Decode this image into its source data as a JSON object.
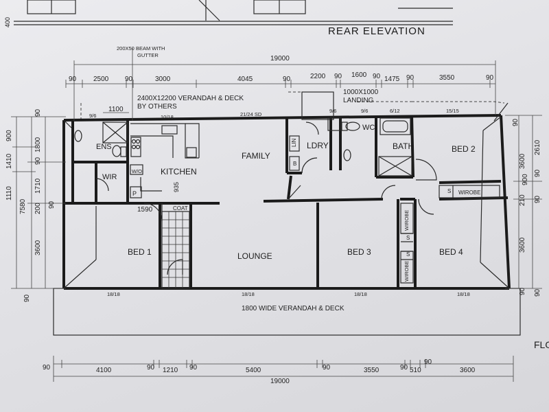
{
  "sheet": {
    "elevation_title": "REAR ELEVATION",
    "top_left_dim": "400",
    "partial_label": "FLO"
  },
  "notes": {
    "beam": "200X50 BEAM WITH",
    "beam_2": "GUTTER",
    "deck": "2400X12200 VERANDAH & DECK",
    "deck_2": "BY OTHERS",
    "landing": "1000X1000",
    "landing_2": "LANDING",
    "front_deck": "1800 WIDE VERANDAH & DECK"
  },
  "rooms": {
    "ens": "ENS",
    "wir": "WIR",
    "kitchen": "KITCHEN",
    "family": "FAMILY",
    "ldry": "LDRY",
    "wc": "WC",
    "bath": "BATH",
    "bed2": "BED 2",
    "bed1": "BED 1",
    "lounge": "LOUNGE",
    "bed3": "BED 3",
    "bed4": "BED 4",
    "coat": "COAT"
  },
  "fixtures": {
    "wo": "W/O",
    "p": "P",
    "lin": "LIN",
    "b": "B",
    "s1": "S",
    "s2": "S",
    "s3": "S",
    "wirobe_bed2": "WIROBE",
    "wirobe_bed3": "WIROBE",
    "wirobe_bed4": "WIROBE"
  },
  "windows": {
    "w1": "9/6",
    "w2": "10/18",
    "w3": "21/24 SD",
    "w4": "9/6",
    "w5": "9/6",
    "w6": "6/12",
    "w7": "15/15",
    "w8": "18/18",
    "w9": "18/18",
    "w10": "18/18",
    "w11": "18/18"
  },
  "dims_top": {
    "total": "19000",
    "d1": "90",
    "d2": "2500",
    "d3": "90",
    "d4": "3000",
    "d5": "4045",
    "d6": "90",
    "d7": "2200",
    "d8": "90",
    "d9": "1600",
    "d10": "90",
    "d11": "1475",
    "d12": "90",
    "d13": "3550",
    "d14": "90"
  },
  "dims_bottom": {
    "total": "19000",
    "d1": "90",
    "d2": "4100",
    "d3": "90",
    "d4": "1210",
    "d5": "90",
    "d6": "5400",
    "d7": "90",
    "d8": "3550",
    "d9": "90",
    "d10": "510",
    "d11": "90",
    "d12": "3600"
  },
  "dims_left": {
    "l1": "900",
    "l2": "1410",
    "l3": "1110",
    "l4": "7580",
    "l5": "1800",
    "l6": "90",
    "l7": "1710",
    "l8": "200",
    "l9": "3600",
    "l10": "90",
    "l11": "90",
    "l12": "90"
  },
  "dims_right": {
    "r1": "90",
    "r2": "2610",
    "r3": "3600",
    "r4": "90",
    "r5": "900",
    "r6": "210",
    "r7": "3600",
    "r8": "90",
    "r9": "90",
    "r10": "90"
  },
  "dims_internal": {
    "kitchen_1100": "1100",
    "stair_935": "935",
    "bed1_1590": "1590"
  }
}
